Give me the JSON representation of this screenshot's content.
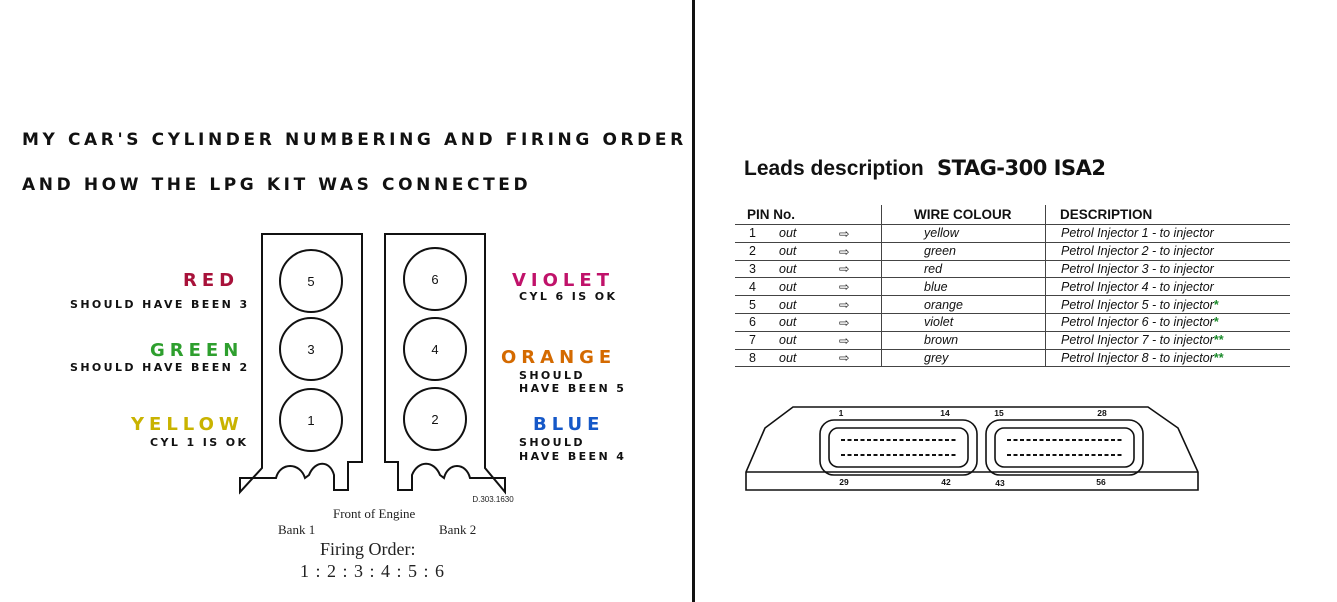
{
  "left": {
    "heading1": "MY CAR'S CYLINDER NUMBERING AND FIRING ORDER",
    "heading2": "AND HOW THE LPG KIT WAS CONNECTED",
    "bank1_cylinders": [
      "5",
      "3",
      "1"
    ],
    "bank2_cylinders": [
      "6",
      "4",
      "2"
    ],
    "labels": {
      "red": "RED",
      "red_note": "SHOULD HAVE BEEN 3",
      "green": "GREEN",
      "green_note": "SHOULD HAVE BEEN 2",
      "yellow": "YELLOW",
      "yellow_note": "CYL 1 IS OK",
      "violet": "VIOLET",
      "violet_note": "CYL 6 IS OK",
      "orange": "ORANGE",
      "orange_note1": "SHOULD",
      "orange_note2": "HAVE BEEN 5",
      "blue": "BLUE",
      "blue_note1": "SHOULD",
      "blue_note2": "HAVE BEEN 4"
    },
    "colors": {
      "red": "#a8123a",
      "green": "#2e9f2e",
      "yellow": "#c9b300",
      "violet": "#c0126a",
      "orange": "#d46a00",
      "blue": "#1558c8"
    },
    "drawing_code": "D.303.1630",
    "front_of_engine": "Front of Engine",
    "bank1": "Bank 1",
    "bank2": "Bank 2",
    "firing_order_label": "Firing Order:",
    "firing_order": "1 : 2 : 3 : 4 : 5 : 6"
  },
  "right": {
    "title": "Leads description",
    "model": "STAG-300 ISA2",
    "headers": {
      "pin": "PIN No.",
      "wire": "WIRE COLOUR",
      "desc": "DESCRIPTION"
    },
    "star_color": "#1a8a2a",
    "arrow_icon": "⇨",
    "rows": [
      {
        "pin": "1",
        "dir": "out",
        "wire": "yellow",
        "desc": "Petrol Injector 1 - to injector",
        "stars": ""
      },
      {
        "pin": "2",
        "dir": "out",
        "wire": "green",
        "desc": "Petrol Injector 2 - to injector",
        "stars": ""
      },
      {
        "pin": "3",
        "dir": "out",
        "wire": "red",
        "desc": "Petrol Injector 3 - to injector",
        "stars": ""
      },
      {
        "pin": "4",
        "dir": "out",
        "wire": "blue",
        "desc": "Petrol Injector 4 - to injector",
        "stars": ""
      },
      {
        "pin": "5",
        "dir": "out",
        "wire": "orange",
        "desc": "Petrol Injector 5 - to injector",
        "stars": "*"
      },
      {
        "pin": "6",
        "dir": "out",
        "wire": "violet",
        "desc": "Petrol Injector 6 - to injector",
        "stars": "*"
      },
      {
        "pin": "7",
        "dir": "out",
        "wire": "brown",
        "desc": "Petrol Injector 7 - to injector",
        "stars": "**"
      },
      {
        "pin": "8",
        "dir": "out",
        "wire": "grey",
        "desc": "Petrol Injector 8 - to injector",
        "stars": "**"
      }
    ],
    "connector": {
      "top_left": [
        "1",
        "14"
      ],
      "top_right": [
        "15",
        "28"
      ],
      "bottom_left": [
        "29",
        "42"
      ],
      "bottom_right": [
        "43",
        "56"
      ]
    }
  }
}
